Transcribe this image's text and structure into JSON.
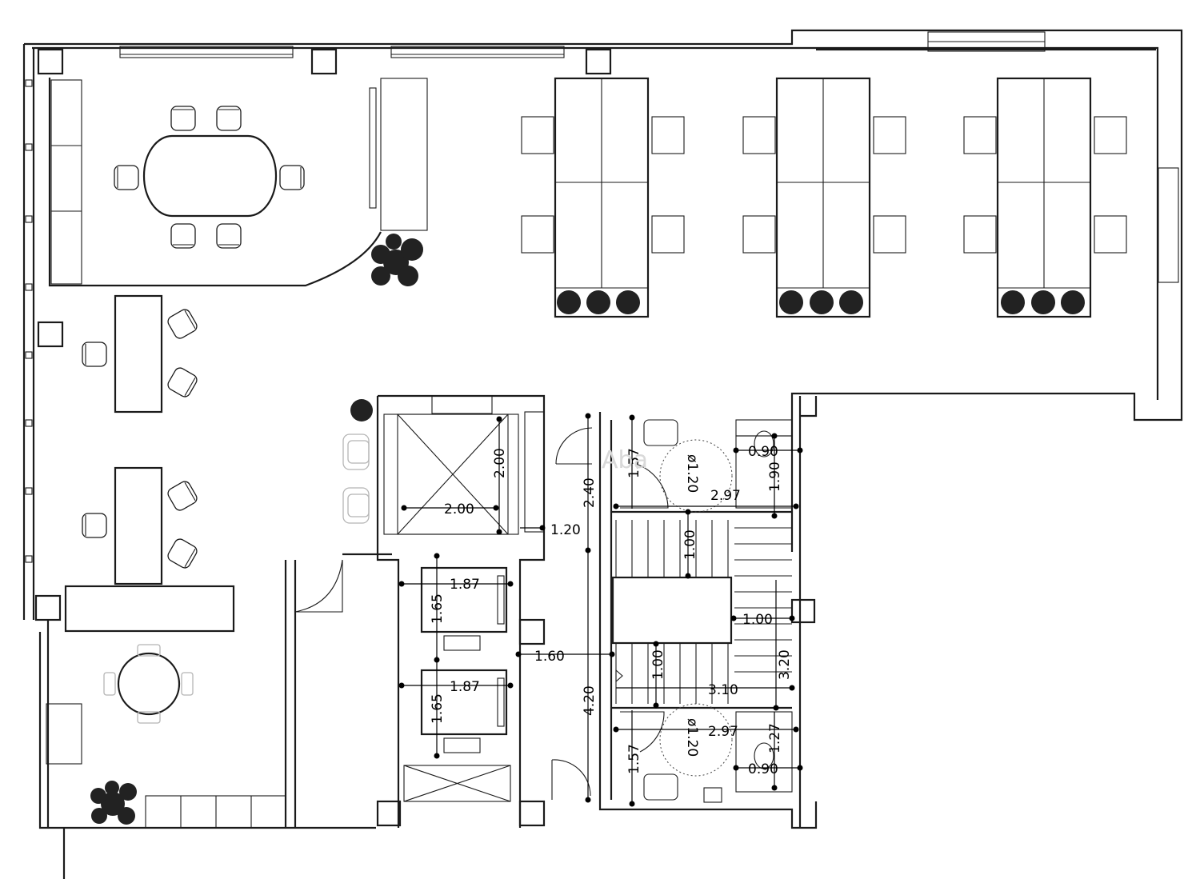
{
  "watermark": "Aba",
  "dimensions": {
    "shaft_width": "2.00",
    "shaft_depth": "2.00",
    "shaft_side": "1.20",
    "lift1_width": "1.87",
    "lift1_depth": "1.65",
    "lift2_width": "1.87",
    "lift2_depth": "1.65",
    "lobby_width": "1.60",
    "corridor_upper": "2.40",
    "corridor_lower": "4.20",
    "wc_upper_width": "2.97",
    "wc_upper_depth": "1.57",
    "wc_upper_stall": "0.90",
    "wc_upper_stall_depth": "1.90",
    "wc_upper_turning": "ø1.20",
    "wc_lower_width": "2.97",
    "wc_lower_depth": "1.57",
    "wc_lower_stall": "0.90",
    "wc_lower_stall_depth": "1.27",
    "wc_lower_turning": "ø1.20",
    "stair_upper_flight": "1.00",
    "stair_landing": "1.00",
    "stair_lower_flight": "1.00",
    "stair_width": "3.10",
    "stair_depth": "3.20"
  }
}
